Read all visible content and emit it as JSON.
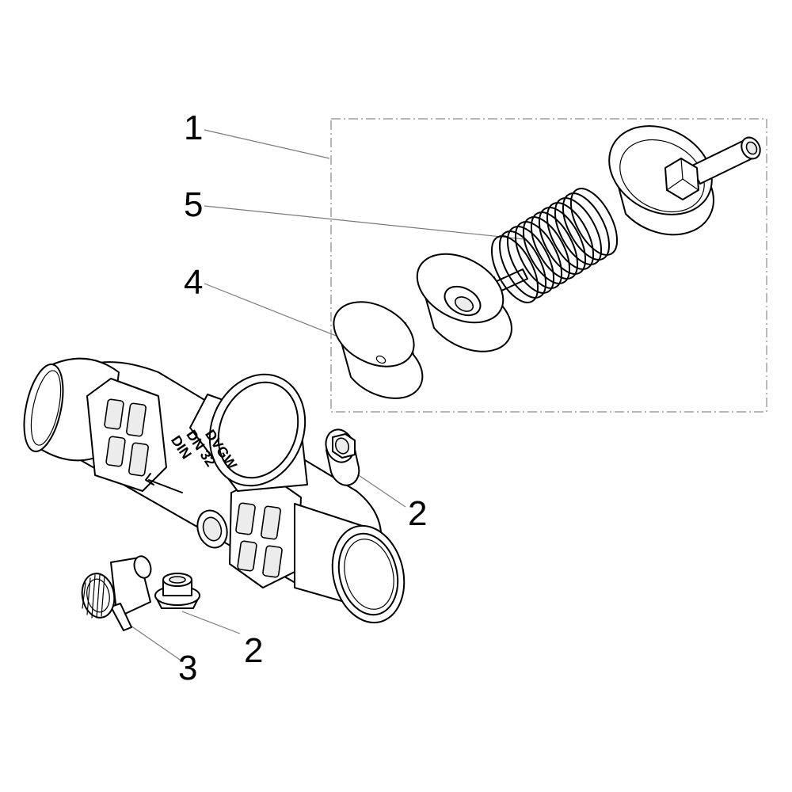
{
  "callouts": {
    "kit": "1",
    "plug_right": "2",
    "plug_lower": "2",
    "drain_valve": "3",
    "disc": "4",
    "spring": "5"
  },
  "body_marking": {
    "line1": "DVGW",
    "line2": "DN 32",
    "line3": "DIN"
  },
  "colors": {
    "line": "#000000",
    "leader": "#7a7a7a",
    "frame": "#8a8a8a",
    "background": "#ffffff"
  }
}
